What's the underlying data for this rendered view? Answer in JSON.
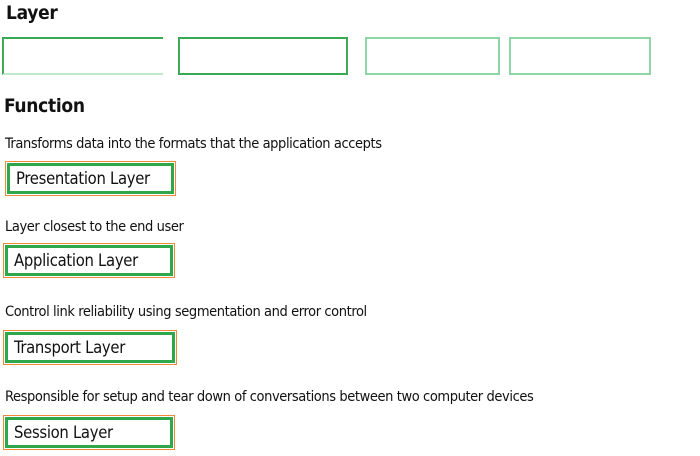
{
  "layer_heading": "Layer",
  "function_heading": "Function",
  "items": [
    {
      "description": "Transforms data into the formats that the application accepts",
      "answer": "Presentation Layer"
    },
    {
      "description": "Layer closest to the end user",
      "answer": "Application Layer"
    },
    {
      "description": "Control link reliability using segmentation and error control",
      "answer": "Transport Layer"
    },
    {
      "description": "Responsible for setup and tear down of conversations between two computer devices",
      "answer": "Session Layer"
    }
  ],
  "colors": {
    "box_border": "#2ea84a",
    "box_outline": "#f08a3a"
  }
}
